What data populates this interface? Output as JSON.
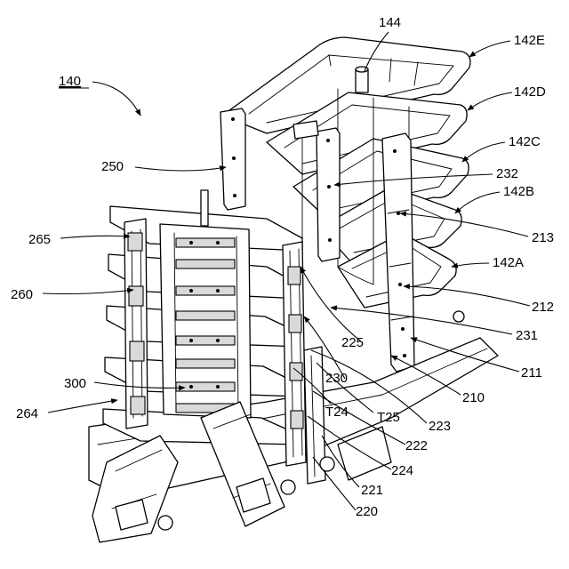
{
  "figure": {
    "assembly_ref": "140",
    "labels": {
      "l144": "144",
      "l142E": "142E",
      "l142D": "142D",
      "l142C": "142C",
      "l142B": "142B",
      "l142A": "142A",
      "l250": "250",
      "l232": "232",
      "l213": "213",
      "l265": "265",
      "l260": "260",
      "l212": "212",
      "l231": "231",
      "l225": "225",
      "l211": "211",
      "l230": "230",
      "l300": "300",
      "l210": "210",
      "lT24": "T24",
      "lT25": "T25",
      "l264": "264",
      "l223": "223",
      "l222": "222",
      "l224": "224",
      "l221": "221",
      "l220": "220"
    }
  }
}
